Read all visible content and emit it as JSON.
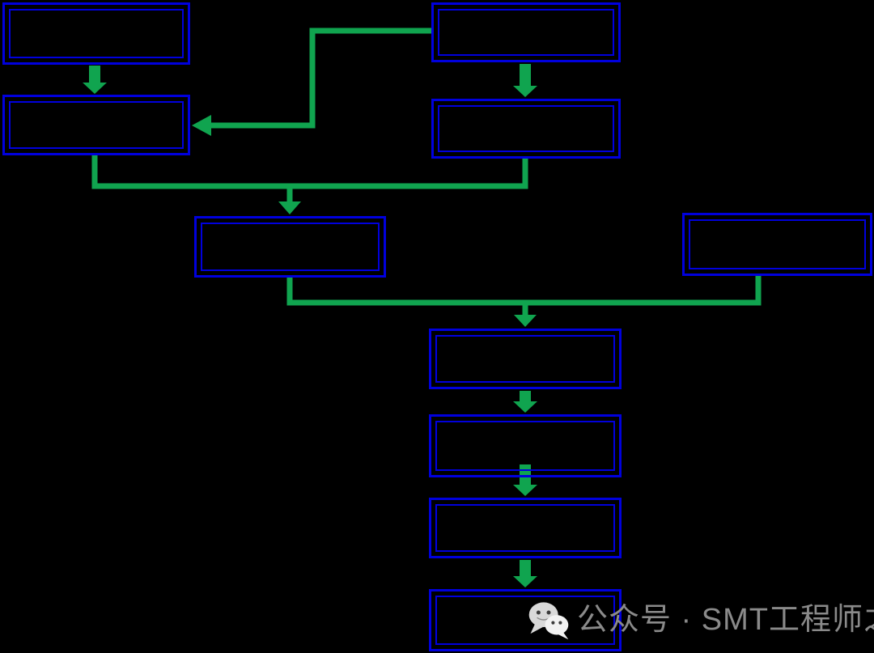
{
  "colors": {
    "background": "#000000",
    "box-border": "#0000dd",
    "arrow": "#10a44f",
    "watermark-text-color": "#8a8a8a"
  },
  "watermark": {
    "icon": "wechat-icon",
    "text": "公众号 · SMT工程师之家"
  },
  "diagram": {
    "type": "flowchart",
    "nodes": [
      {
        "id": "box-1",
        "position": "top-left",
        "label": ""
      },
      {
        "id": "box-2",
        "position": "left-row-2",
        "label": ""
      },
      {
        "id": "box-3",
        "position": "top-right",
        "label": ""
      },
      {
        "id": "box-4",
        "position": "right-row-2",
        "label": ""
      },
      {
        "id": "box-5",
        "position": "center-row-3",
        "label": ""
      },
      {
        "id": "box-side",
        "position": "far-right-row-3",
        "label": ""
      },
      {
        "id": "box-6",
        "position": "center-column-1",
        "label": ""
      },
      {
        "id": "box-7",
        "position": "center-column-2",
        "label": ""
      },
      {
        "id": "box-8",
        "position": "center-column-3",
        "label": ""
      },
      {
        "id": "box-9",
        "position": "center-column-4",
        "label": ""
      }
    ],
    "edges": [
      {
        "from": "box-1",
        "to": "box-2",
        "style": "block-arrow-down"
      },
      {
        "from": "box-3",
        "to": "box-4",
        "style": "block-arrow-down"
      },
      {
        "from": "box-3",
        "to": "box-2",
        "style": "elbow-line-arrow-left"
      },
      {
        "from": "box-2",
        "to": "box-5",
        "style": "elbow-line-arrow-down-merged"
      },
      {
        "from": "box-4",
        "to": "box-5",
        "style": "elbow-line-arrow-down-merged"
      },
      {
        "from": "box-5",
        "to": "box-6",
        "style": "elbow-line-arrow-down-merged"
      },
      {
        "from": "box-side",
        "to": "box-6",
        "style": "elbow-line-arrow-down-merged"
      },
      {
        "from": "box-6",
        "to": "box-7",
        "style": "block-arrow-down"
      },
      {
        "from": "box-7",
        "to": "box-8",
        "style": "block-arrow-down"
      },
      {
        "from": "box-8",
        "to": "box-9",
        "style": "block-arrow-down"
      }
    ]
  }
}
